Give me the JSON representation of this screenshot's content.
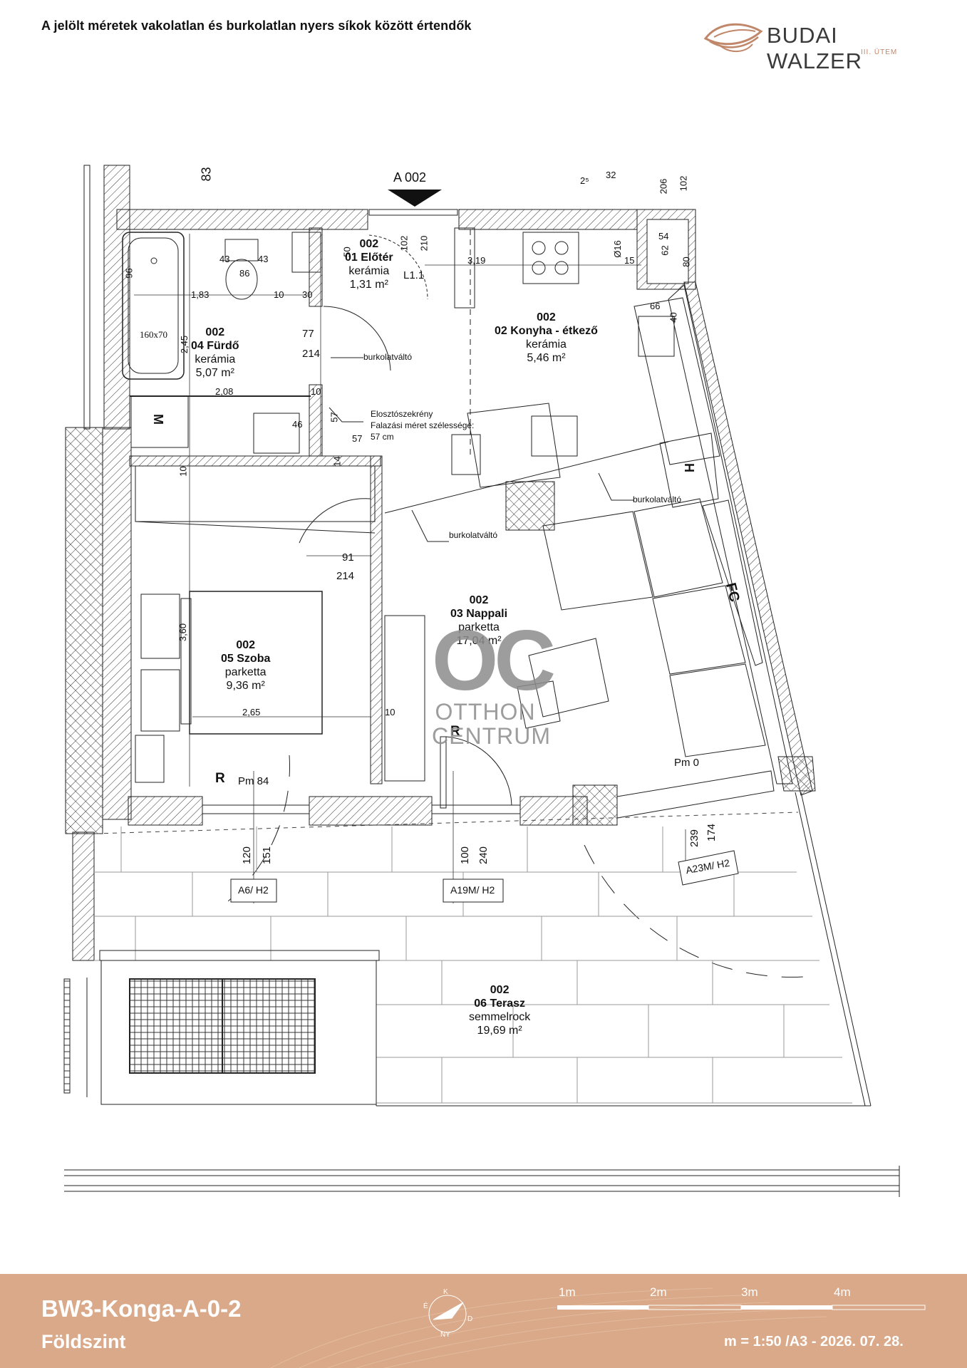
{
  "header": {
    "note": "A jelölt méretek vakolatlan és burkolatlan nyers síkok között értendők",
    "brand_name": "BUDAI WALZER",
    "brand_sub": "III. ÜTEM",
    "brand_color": "#c0876a"
  },
  "section_marker": "A 002",
  "rooms": [
    {
      "id": "002",
      "name": "01 Előtér",
      "material": "kerámia",
      "area": "1,31 m²"
    },
    {
      "id": "002",
      "name": "02 Konyha - étkező",
      "material": "kerámia",
      "area": "5,46 m²"
    },
    {
      "id": "002",
      "name": "03 Nappali",
      "material": "parketta",
      "area": "17,04 m²"
    },
    {
      "id": "002",
      "name": "04 Fürdő",
      "material": "kerámia",
      "area": "5,07 m²"
    },
    {
      "id": "002",
      "name": "05 Szoba",
      "material": "parketta",
      "area": "9,36 m²"
    },
    {
      "id": "002",
      "name": "06 Terasz",
      "material": "semmelrock",
      "area": "19,69 m²"
    }
  ],
  "annotations": {
    "burkolatvalto": "burkolatváltó",
    "elosztoszekreny": "Elosztószekrény",
    "falazasi": "Falazási méret szélessége:",
    "falazasi_value": "57 cm",
    "tub": "160x70",
    "light": "L1.1",
    "fc": "FC",
    "h": "H",
    "m": "M",
    "r": "R",
    "pm84": "Pm 84",
    "pm0": "Pm 0",
    "tag_a6": "A6/ H2",
    "tag_a19": "A19M/ H2",
    "tag_a23": "A23M/ H2"
  },
  "dimensions": {
    "d43a": "43",
    "d43b": "43",
    "d86": "86",
    "d96": "96",
    "d183": "1,83",
    "d10a": "10",
    "d30": "30",
    "d77": "77",
    "d214a": "214",
    "d208": "2,08",
    "d10b": "10",
    "d46": "46",
    "d57a": "57",
    "d57b": "57",
    "d14": "14",
    "d91": "91",
    "d214b": "214",
    "d360": "3,60",
    "d265": "2,65",
    "d10c": "10",
    "d319": "3,19",
    "d102a": "102",
    "d210": "210",
    "d50": "50",
    "d16": "Ø16",
    "d15": "15",
    "d66": "66",
    "d40": "40",
    "d32": "32",
    "d206": "206",
    "d102b": "102",
    "d80": "80",
    "d54": "54",
    "d62": "62",
    "d245": "2,45",
    "d120": "120",
    "d151": "151",
    "d100": "100",
    "d240": "240",
    "d239": "239",
    "d174": "174",
    "d10d": "10",
    "d83": "83",
    "d25": "2⁵"
  },
  "footer": {
    "code": "BW3-Konga-A-0-2",
    "floor": "Földszint",
    "scale": "m = 1:50 /A3 - 2026. 07. 28.",
    "ticks": [
      "1m",
      "2m",
      "3m",
      "4m"
    ],
    "compass": [
      "É",
      "K",
      "D",
      "NY"
    ],
    "bg_color": "#d9a989"
  },
  "watermark": {
    "logo": "OC",
    "line1": "OTTHON",
    "line2": "CENTRUM"
  }
}
